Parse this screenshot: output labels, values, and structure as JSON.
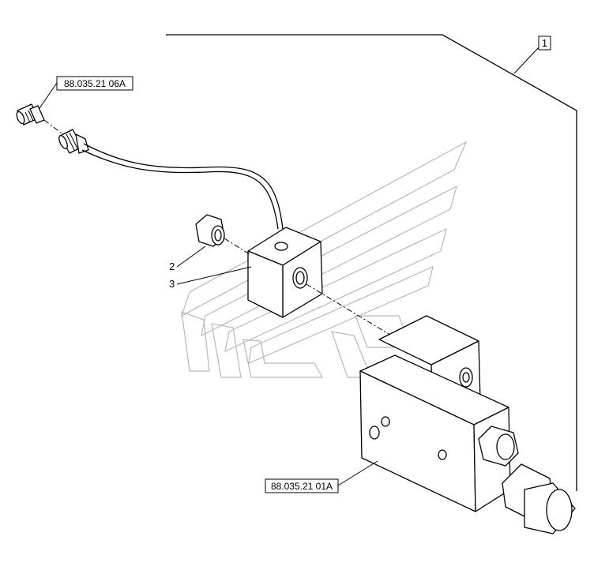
{
  "diagram": {
    "callouts": {
      "item_1": "1",
      "item_2": "2",
      "item_3": "3"
    },
    "references": {
      "cable_connector": "88.035.21 06A",
      "valve_block": "88.035.21 01A"
    },
    "watermark_icon": "brand-watermark-icon"
  }
}
